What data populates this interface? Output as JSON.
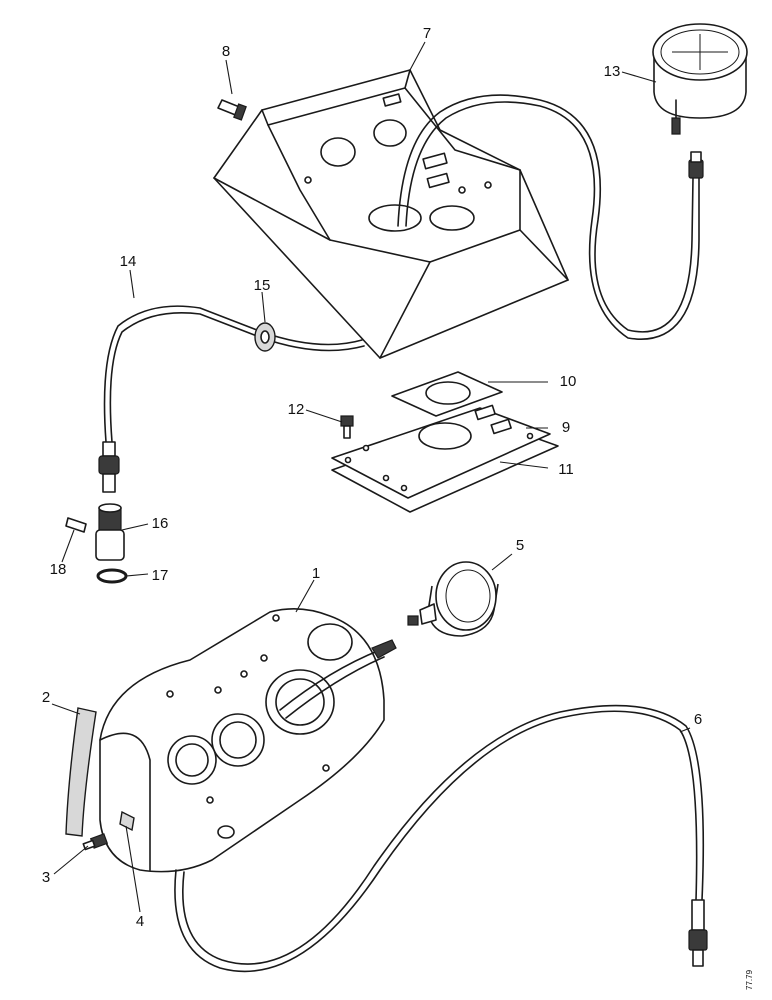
{
  "labels": {
    "l1": "1",
    "l2": "2",
    "l3": "3",
    "l4": "4",
    "l5": "5",
    "l6": "6",
    "l7": "7",
    "l8": "8",
    "l9": "9",
    "l10": "10",
    "l11": "11",
    "l12": "12",
    "l13": "13",
    "l14": "14",
    "l15": "15",
    "l16": "16",
    "l17": "17",
    "l18": "18"
  },
  "reference": "77.79"
}
